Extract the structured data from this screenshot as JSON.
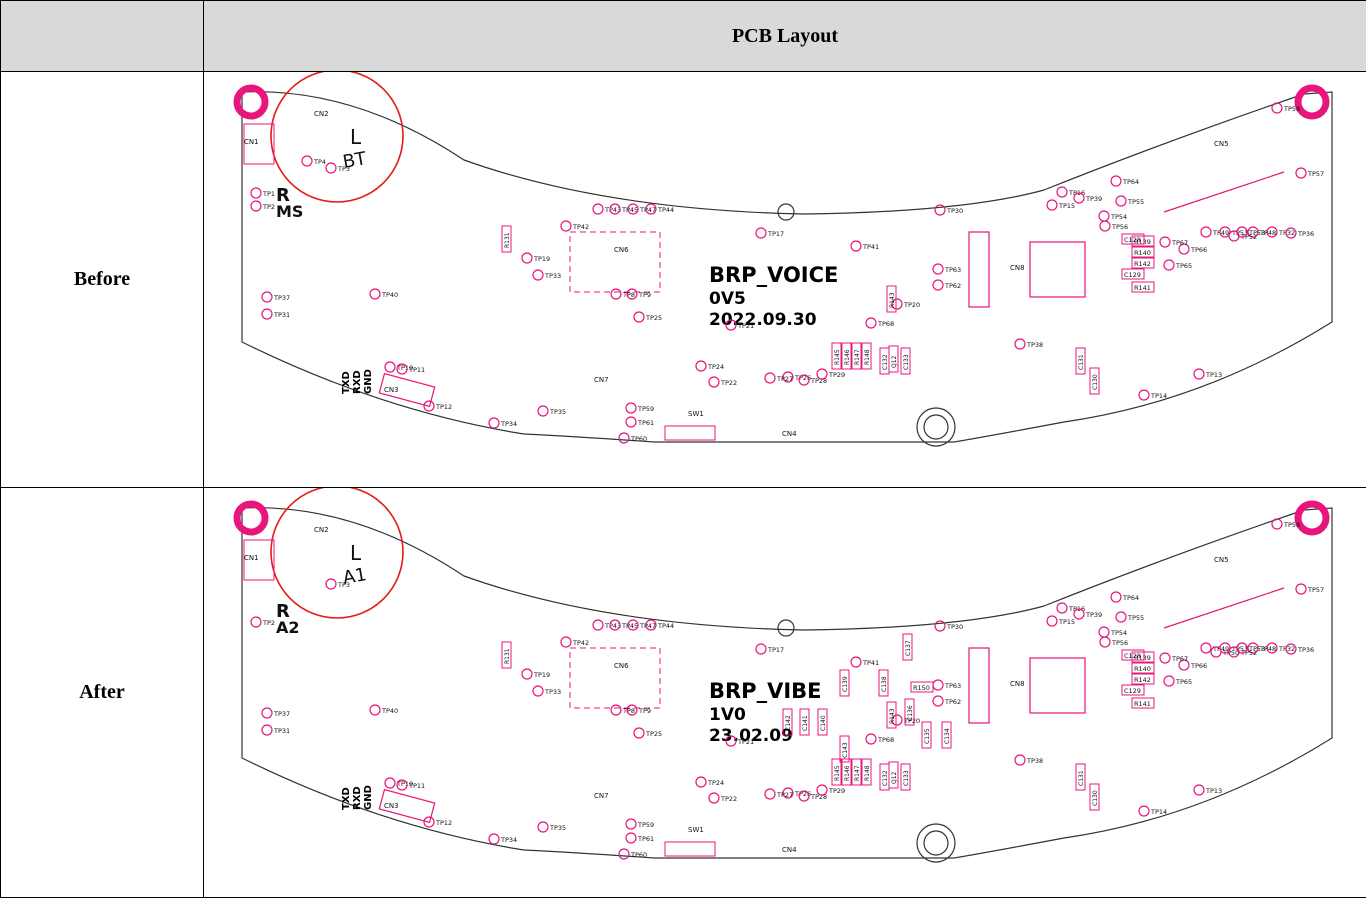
{
  "header": {
    "corner": "",
    "title": "PCB Layout"
  },
  "rows": [
    {
      "label": "Before",
      "board": {
        "name": "BRP_VOICE",
        "version": "0V5",
        "date": "2022.09.30",
        "corner_letters": [
          "L",
          "BT",
          "R",
          "MS"
        ],
        "uart_pins": [
          "TXD",
          "RXD",
          "GND"
        ],
        "test_points": [
          "TP1",
          "TP2",
          "TP3",
          "TP4",
          "TP8",
          "TP9",
          "TP10",
          "TP11",
          "TP12",
          "TP13",
          "TP14",
          "TP15",
          "TP16",
          "TP17",
          "TP19",
          "TP20",
          "TP21",
          "TP22",
          "TP24",
          "TP25",
          "TP26",
          "TP27",
          "TP28",
          "TP29",
          "TP30",
          "TP31",
          "TP32",
          "TP33",
          "TP34",
          "TP35",
          "TP36",
          "TP37",
          "TP38",
          "TP39",
          "TP40",
          "TP41",
          "TP42",
          "TP43",
          "TP45",
          "TP47",
          "TP44",
          "TP48",
          "TP49",
          "TP51",
          "TP52",
          "TP53",
          "TP54",
          "TP55",
          "TP56",
          "TP57",
          "TP58",
          "TP59",
          "TP60",
          "TP61",
          "TP62",
          "TP63",
          "TP64",
          "TP65",
          "TP66",
          "TP67",
          "TP68"
        ],
        "components": [
          "CN1",
          "CN2",
          "CN3",
          "CN4",
          "CN5",
          "CN6",
          "CN7",
          "CN8",
          "SW1",
          "R131",
          "R139",
          "R140",
          "R141",
          "R142",
          "R143",
          "R145",
          "R146",
          "R147",
          "R148",
          "C128",
          "C129",
          "C130",
          "C131",
          "C132",
          "C133",
          "Q12"
        ]
      }
    },
    {
      "label": "After",
      "board": {
        "name": "BRP_VIBE",
        "version": "1V0",
        "date": "23.02.09",
        "corner_letters": [
          "L",
          "A1",
          "R",
          "A2"
        ],
        "uart_pins": [
          "TXD",
          "RXD",
          "GND"
        ],
        "test_points": [
          "TP2",
          "TP3",
          "TP8",
          "TP9",
          "TP10",
          "TP11",
          "TP12",
          "TP13",
          "TP14",
          "TP15",
          "TP16",
          "TP17",
          "TP19",
          "TP20",
          "TP21",
          "TP22",
          "TP24",
          "TP25",
          "TP26",
          "TP27",
          "TP28",
          "TP29",
          "TP30",
          "TP31",
          "TP32",
          "TP33",
          "TP34",
          "TP35",
          "TP36",
          "TP37",
          "TP38",
          "TP39",
          "TP40",
          "TP41",
          "TP42",
          "TP43",
          "TP45",
          "TP47",
          "TP44",
          "TP48",
          "TP49",
          "TP50",
          "TP51",
          "TP52",
          "TP53",
          "TP54",
          "TP55",
          "TP56",
          "TP57",
          "TP58",
          "TP59",
          "TP60",
          "TP61",
          "TP62",
          "TP63",
          "TP64",
          "TP65",
          "TP66",
          "TP67",
          "TP68"
        ],
        "components": [
          "CN1",
          "CN2",
          "CN3",
          "CN4",
          "CN5",
          "CN6",
          "CN7",
          "CN8",
          "SW1",
          "R131",
          "R139",
          "R140",
          "R141",
          "R142",
          "R143",
          "R145",
          "R146",
          "R147",
          "R148",
          "R150",
          "C128",
          "C129",
          "C130",
          "C131",
          "C132",
          "C133",
          "C134",
          "C135",
          "C136",
          "C137",
          "C138",
          "C139",
          "C140",
          "C141",
          "C142",
          "C143",
          "Q12"
        ]
      }
    }
  ],
  "colors": {
    "trace": "#e8157c",
    "highlight": "#e31b1b",
    "outline": "#333333",
    "header_bg": "#d9d9d9"
  }
}
